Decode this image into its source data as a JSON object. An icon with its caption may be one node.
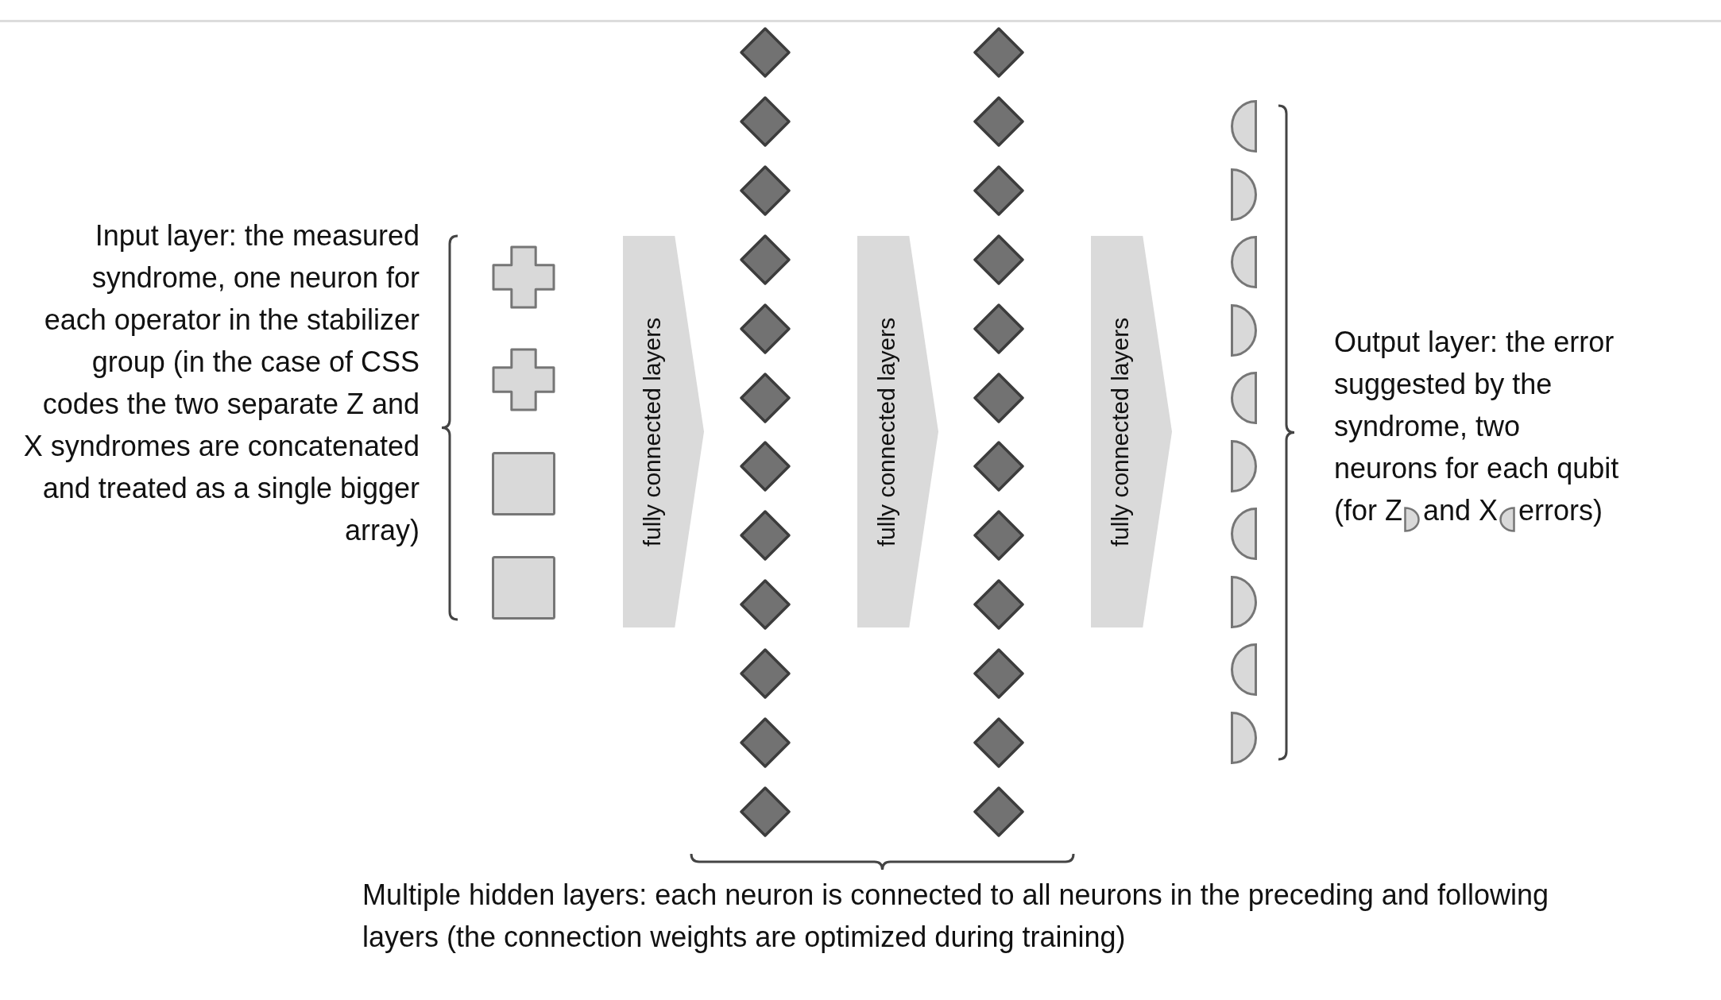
{
  "diagram": {
    "nodes": [
      {
        "text": [],
        "shape": "cross"
      },
      {
        "text": [],
        "shape": "cross"
      },
      {
        "text": [],
        "shape": "box"
      },
      {
        "text": [],
        "shape": "box"
      },
      {
        "text": [
          "fully connected layers"
        ]
      },
      {
        "text": [],
        "shape": "diamond"
      },
      {
        "text": [],
        "shape": "diamond"
      },
      {
        "text": [],
        "shape": "diamond"
      },
      {
        "text": [],
        "shape": "diamond"
      },
      {
        "text": [],
        "shape": "diamond"
      },
      {
        "text": [],
        "shape": "diamond"
      },
      {
        "text": [],
        "shape": "diamond"
      },
      {
        "text": [],
        "shape": "diamond"
      },
      {
        "text": [],
        "shape": "diamond"
      },
      {
        "text": [],
        "shape": "diamond"
      },
      {
        "text": [],
        "shape": "diamond"
      },
      {
        "text": [],
        "shape": "diamond"
      },
      {
        "text": [
          "fully connected layers"
        ]
      },
      {
        "text": [],
        "shape": "diamond"
      },
      {
        "text": [],
        "shape": "diamond"
      },
      {
        "text": [],
        "shape": "diamond"
      },
      {
        "text": [],
        "shape": "diamond"
      },
      {
        "text": [],
        "shape": "diamond"
      },
      {
        "text": [],
        "shape": "diamond"
      },
      {
        "text": [],
        "shape": "diamond"
      },
      {
        "text": [],
        "shape": "diamond"
      },
      {
        "text": [],
        "shape": "diamond"
      },
      {
        "text": [],
        "shape": "diamond"
      },
      {
        "text": [],
        "shape": "diamond"
      },
      {
        "text": [],
        "shape": "diamond"
      },
      {
        "text": [
          "fully connected layers"
        ]
      },
      {
        "text": [],
        "shape": "half-circle"
      },
      {
        "text": [],
        "shape": "half-circle"
      },
      {
        "text": [],
        "shape": "half-circle"
      },
      {
        "text": [],
        "shape": "half-circle"
      },
      {
        "text": [],
        "shape": "half-circle"
      },
      {
        "text": [],
        "shape": "half-circle"
      },
      {
        "text": [],
        "shape": "half-circle"
      },
      {
        "text": [],
        "shape": "half-circle"
      },
      {
        "text": [],
        "shape": "half-circle"
      },
      {
        "text": [],
        "shape": "half-circle"
      }
    ],
    "labels": [
      "Input layer: the measured syndrome, one neuron for each operator in the stabilizer group (in the case of CSS codes the two separate Z and X syndromes are concatenated and treated as a single bigger array)",
      "Output layer: the error suggested by the syndrome, two neurons for each qubit",
      "(for Z",
      "and X",
      "errors)",
      "Multiple hidden layers: each neuron is connected to all neurons in the preceding and following layers (the connection weights are optimized during training)"
    ]
  }
}
